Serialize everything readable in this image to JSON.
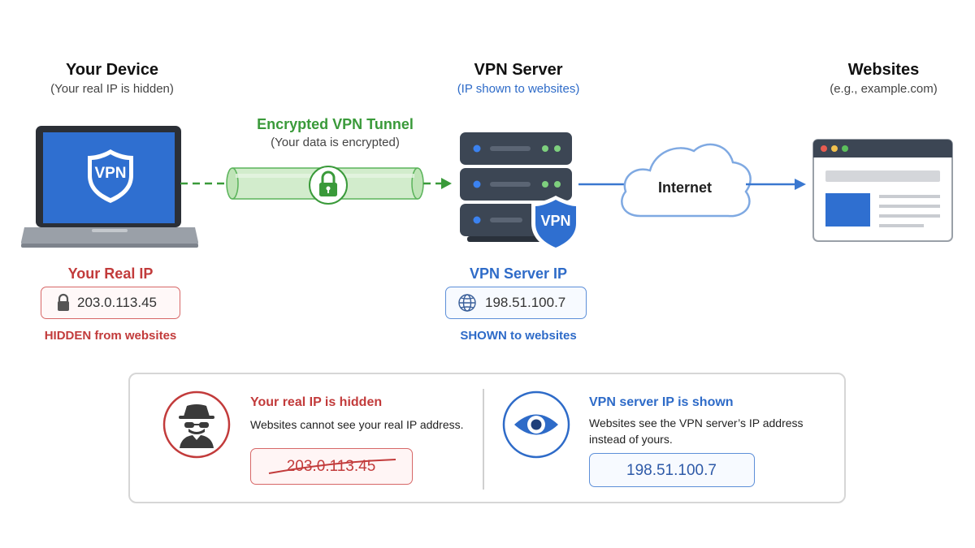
{
  "device": {
    "title": "Your Device",
    "subtitle": "(Your real IP is hidden)",
    "badge": "VPN",
    "ip_label": "Your Real IP",
    "ip": "203.0.113.45",
    "ip_status": "HIDDEN from websites"
  },
  "tunnel": {
    "title": "Encrypted VPN Tunnel",
    "subtitle": "(Your data is encrypted)"
  },
  "server": {
    "title": "VPN Server",
    "subtitle": "(IP shown to websites)",
    "badge": "VPN",
    "ip_label": "VPN Server IP",
    "ip": "198.51.100.7",
    "ip_status": "SHOWN to websites"
  },
  "internet": {
    "label": "Internet"
  },
  "websites": {
    "title": "Websites",
    "subtitle": "(e.g., example.com)"
  },
  "summary": {
    "left": {
      "title": "Your real IP is hidden",
      "desc": "Websites cannot see your real IP address.",
      "ip": "203.0.113.45"
    },
    "right": {
      "title": "VPN server IP is shown",
      "desc_line1": "Websites see the VPN server’s IP address",
      "desc_line2": "instead of yours.",
      "ip": "198.51.100.7"
    }
  },
  "colors": {
    "blue": "#2e6bc8",
    "red": "#c23b3b",
    "green": "#3a9a3a",
    "server_dark": "#3c4654"
  },
  "icons": [
    "vpn-shield-icon",
    "padlock-icon",
    "globe-icon",
    "cloud-icon",
    "browser-window-icon",
    "spy-incognito-icon",
    "eye-icon",
    "arrow-right-icon"
  ]
}
